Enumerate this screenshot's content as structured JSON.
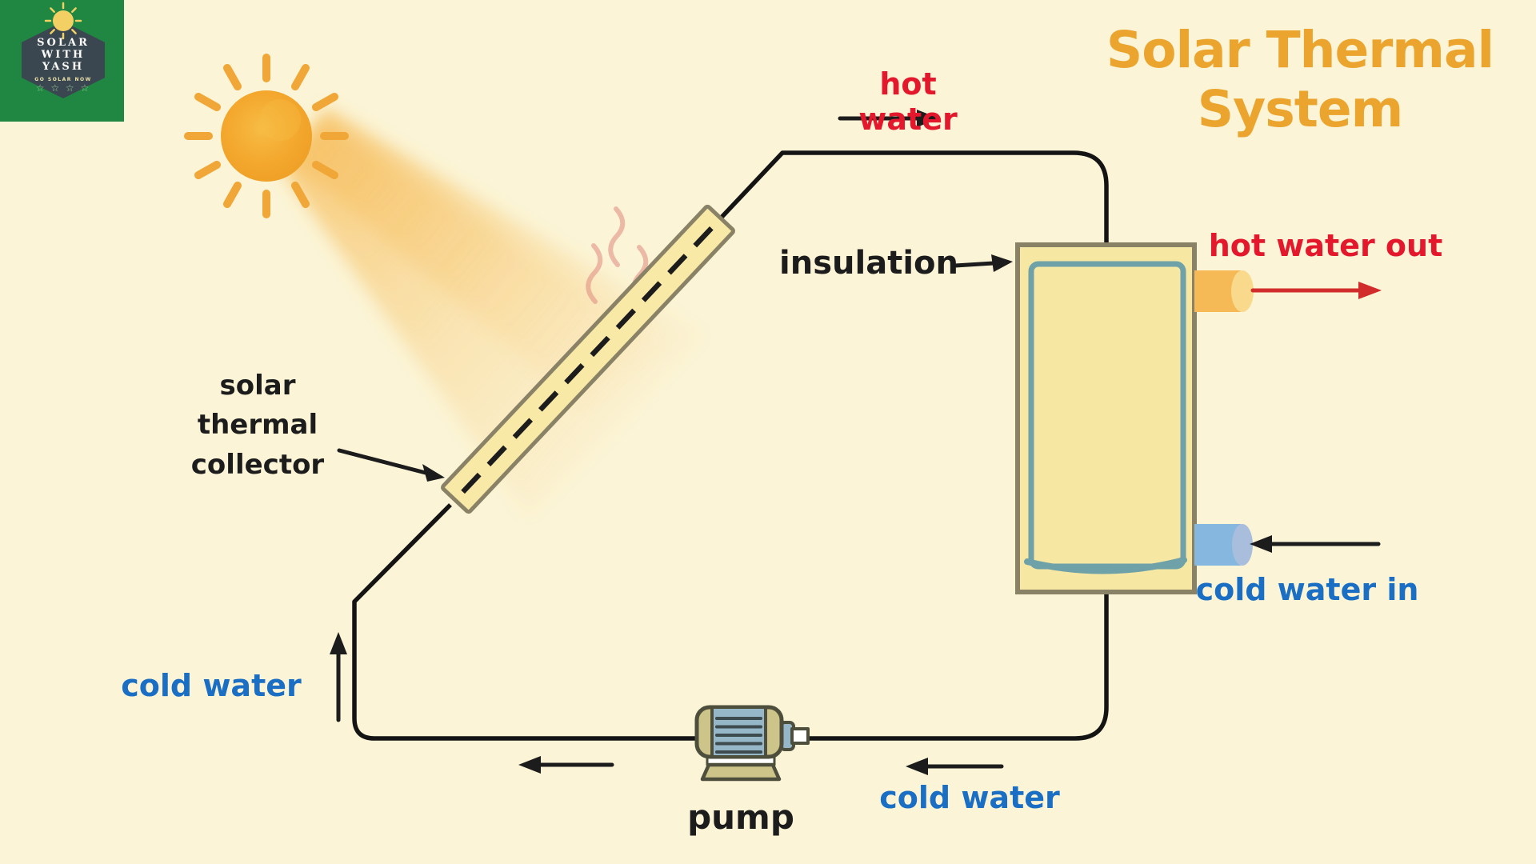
{
  "title": "Solar Thermal System",
  "logo": {
    "name_line1": "SOLAR",
    "name_line2": "WITH",
    "name_line3": "YASH",
    "tagline": "GO SOLAR NOW",
    "stars": "☆ ☆ ☆ ☆"
  },
  "labels": {
    "hot_water_top": "hot water",
    "hot_water_out": "hot water out",
    "cold_water_in": "cold water in",
    "cold_water_left": "cold water",
    "cold_water_bottom": "cold water",
    "insulation": "insulation",
    "solar_collector": "solar thermal collector",
    "pump": "pump"
  },
  "icons": {
    "sun": "watercolor-sun-with-rays",
    "pump": "electric-motor-pump",
    "logo_sun": "sun-with-rays",
    "logo_stars": "four-outline-stars"
  },
  "colors": {
    "bg": "#FBF4D6",
    "ink": "#1C1C1C",
    "pipe": "#141414",
    "title_amber": "#EBA52F",
    "hot_red": "#E4182C",
    "cold_blue": "#1A6FC4",
    "red_arrow": "#D22B2B",
    "collector_fill": "#F8E9A6",
    "collector_border": "#8A8266",
    "tank_fill": "#F6E7A2",
    "tank_border": "#8A8266",
    "tank_inner": "#6FA1A8",
    "outlet_hot": "#F5BA55",
    "outlet_hot_cap": "#F9D98C",
    "inlet_cold": "#85B7DF",
    "inlet_cold_cap": "#A9BEDC",
    "heat_wave": "#E08A80",
    "sun_core": "#F4A82E",
    "sun_light": "#F7BC45",
    "sun_ray": "#F1A737",
    "beam": "#F5AF3C",
    "pump_olive": "#CDC489",
    "pump_blue": "#96B7C8",
    "pump_stripe": "#3D4A4E",
    "pump_outline": "#4E4E3C",
    "logo_green": "#1F8742",
    "logo_slate": "#3A4750",
    "logo_sun": "#F2D064",
    "logo_text": "#FFFFFF",
    "logo_tag": "#EDE3A9",
    "logo_star": "#9FD096",
    "white": "#FFFFFF"
  }
}
